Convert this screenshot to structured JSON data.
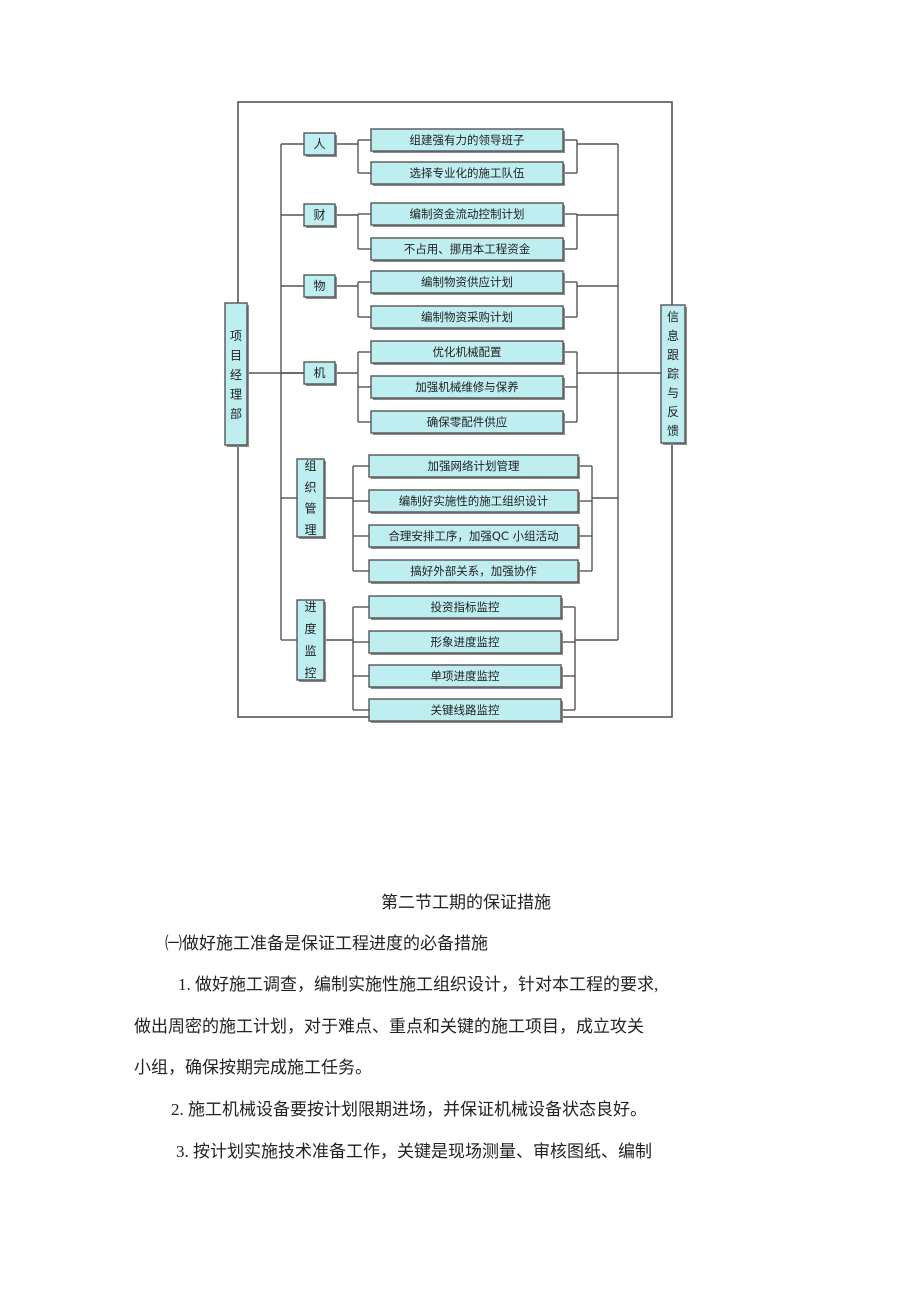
{
  "diagram": {
    "left_box": [
      "项",
      "目",
      "经",
      "理",
      "部"
    ],
    "right_box": [
      "信",
      "息",
      "跟",
      "踪",
      "与",
      "反",
      "馈"
    ],
    "categories": [
      {
        "label": "人",
        "items": [
          "组建强有力的领导班子",
          "选择专业化的施工队伍"
        ]
      },
      {
        "label": "财",
        "items": [
          "编制资金流动控制计划",
          "不占用、挪用本工程资金"
        ]
      },
      {
        "label": "物",
        "items": [
          "编制物资供应计划",
          "编制物资采购计划"
        ]
      },
      {
        "label": "机",
        "items": [
          "优化机械配置",
          "加强机械维修与保养",
          "确保零配件供应"
        ]
      },
      {
        "label": "组织管理",
        "items": [
          "加强网络计划管理",
          "编制好实施性的施工组织设计",
          "合理安排工序，加强QC 小组活动",
          "搞好外部关系，加强协作"
        ]
      },
      {
        "label": "进度监控",
        "items": [
          "投资指标监控",
          "形象进度监控",
          "单项进度监控",
          "关键线路监控"
        ]
      }
    ]
  },
  "doc": {
    "section_title": "第二节工期的保证措施",
    "subheading": "㈠做好施工准备是保证工程进度的必备措施",
    "p1_line1": "1.  做好施工调查，编制实施性施工组织设计，针对本工程的要求,",
    "p1_line2": "做出周密的施工计划，对于难点、重点和关键的施工项目，成立攻关",
    "p1_line3": "小组，确保按期完成施工任务。",
    "p2": "2. 施工机械设备要按计划限期进场，并保证机械设备状态良好。",
    "p3": "3. 按计划实施技术准备工作，关键是现场测量、审核图纸、编制"
  }
}
